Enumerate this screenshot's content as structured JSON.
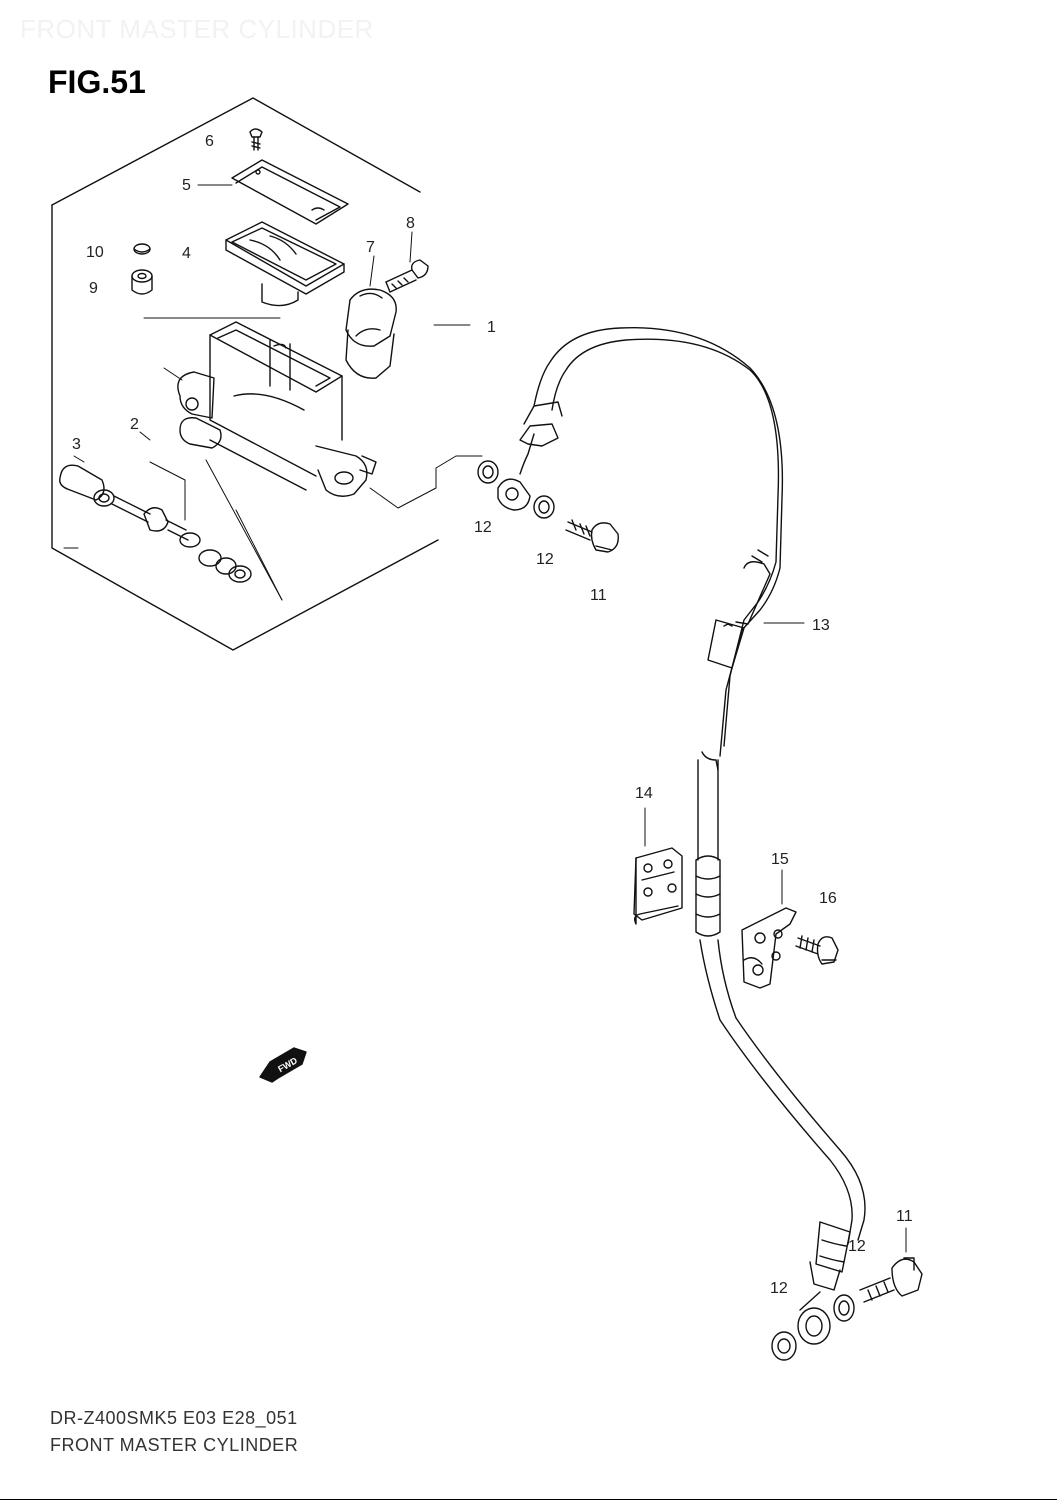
{
  "header": {
    "watermark": "FRONT MASTER CYLINDER",
    "figure_label": "FIG.51"
  },
  "footer": {
    "model_code": "DR-Z400SMK5 E03 E28_051",
    "section_title": "FRONT MASTER CYLINDER"
  },
  "fwd_label": "FWD",
  "callouts": {
    "c1": "1",
    "c2": "2",
    "c3": "3",
    "c4": "4",
    "c5": "5",
    "c6": "6",
    "c7": "7",
    "c8": "8",
    "c9": "9",
    "c10": "10",
    "c11a": "11",
    "c11b": "11",
    "c12a": "12",
    "c12b": "12",
    "c12c": "12",
    "c12d": "12",
    "c13": "13",
    "c14": "14",
    "c15": "15",
    "c16": "16"
  }
}
